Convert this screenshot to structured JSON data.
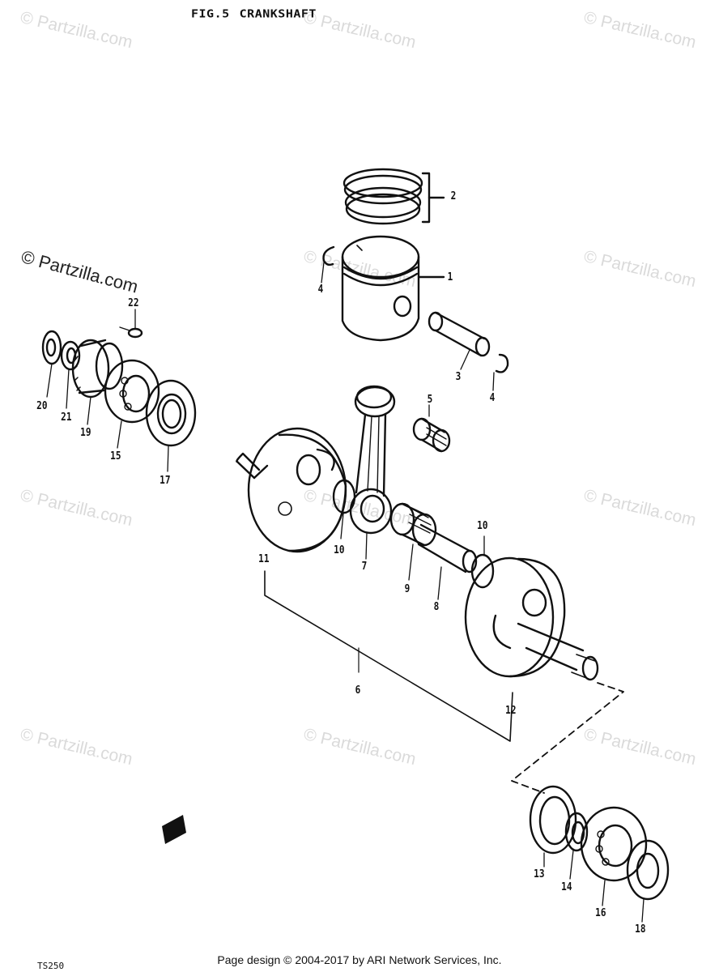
{
  "title": {
    "fig": "FIG.5",
    "name": "CRANKSHAFT"
  },
  "watermark": {
    "text": "© Partzilla.com"
  },
  "callouts": {
    "c1": "1",
    "c2": "2",
    "c3": "3",
    "c4a": "4",
    "c4b": "4",
    "c5": "5",
    "c6": "6",
    "c7": "7",
    "c8": "8",
    "c9": "9",
    "c10a": "10",
    "c10b": "10",
    "c11": "11",
    "c12": "12",
    "c13": "13",
    "c14": "14",
    "c15": "15",
    "c16": "16",
    "c17": "17",
    "c18": "18",
    "c19": "19",
    "c20": "20",
    "c21": "21",
    "c22": "22"
  },
  "footer": "Page design © 2004-2017 by ARI Network Services, Inc.",
  "model": "TS250",
  "colors": {
    "ink": "#111111",
    "watermark": "#969696",
    "background": "#ffffff"
  }
}
